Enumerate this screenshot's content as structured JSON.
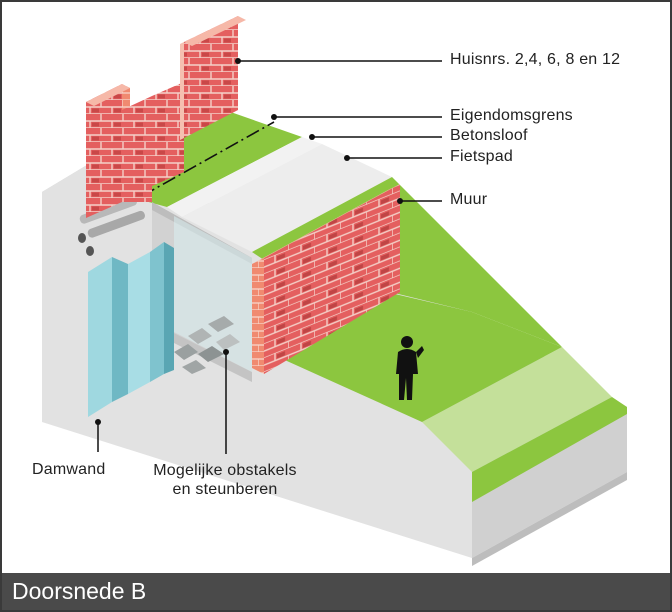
{
  "labels": {
    "huisnummers": "Huisnrs. 2,4, 6, 8 en 12",
    "eigendomsgrens": "Eigendomsgrens",
    "betonsloof": "Betonsloof",
    "fietspad": "Fietspad",
    "muur": "Muur",
    "damwand": "Damwand",
    "obstakels_line1": "Mogelijke obstakels",
    "obstakels_line2": "en steunberen"
  },
  "footer": {
    "title": "Doorsnede B"
  },
  "colors": {
    "grass": "#8cc63f",
    "grass_light": "#c4e09a",
    "concrete": "#e4e4e4",
    "brick": "#e06060",
    "sheet_pile": "#8ccfd8",
    "footer_bg": "#4a4a4a"
  }
}
